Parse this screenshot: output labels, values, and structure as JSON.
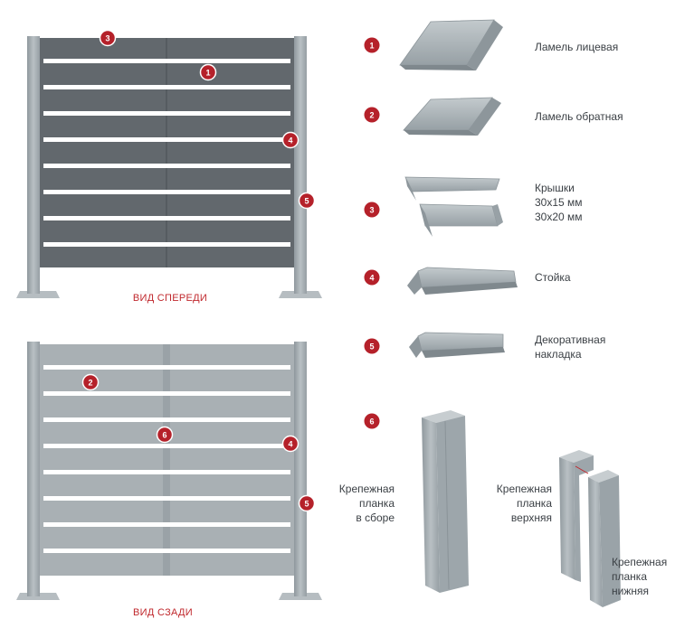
{
  "colors": {
    "front_slat": "#62686d",
    "back_slat": "#a9b0b4",
    "post": "#a3abb0",
    "part": "#aab2b6",
    "badge": "#b5212a",
    "caption": "#c0282d"
  },
  "captions": {
    "front_view": "ВИД СПЕРЕДИ",
    "back_view": "ВИД СЗАДИ"
  },
  "badges": {
    "n1": "1",
    "n2": "2",
    "n3": "3",
    "n4": "4",
    "n5": "5",
    "n6": "6"
  },
  "parts": {
    "p1": "Ламель лицевая",
    "p2": "Ламель обратная",
    "p3": {
      "line1": "Крышки",
      "line2": "30х15 мм",
      "line3": "30х20 мм"
    },
    "p4": "Стойка",
    "p5": {
      "line1": "Декоративная",
      "line2": "накладка"
    },
    "p6_assembled": {
      "line1": "Крепежная",
      "line2": "планка",
      "line3": "в сборе"
    },
    "p6_upper": {
      "line1": "Крепежная",
      "line2": "планка",
      "line3": "верхняя"
    },
    "p6_lower": {
      "line1": "Крепежная",
      "line2": "планка",
      "line3": "нижняя"
    }
  }
}
